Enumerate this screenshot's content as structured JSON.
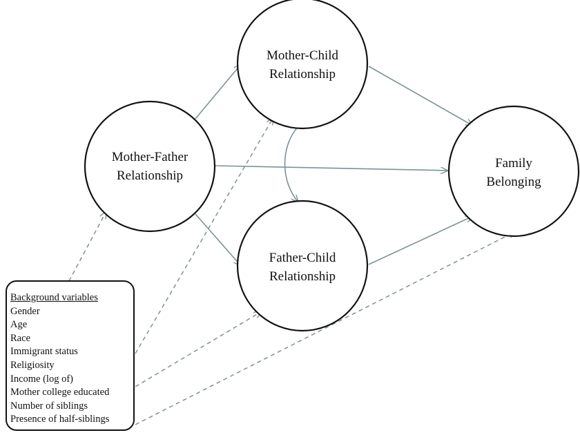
{
  "nodes": {
    "mother_father": [
      "Mother-Father",
      "Relationship"
    ],
    "mother_child": [
      "Mother-Child",
      "Relationship"
    ],
    "father_child": [
      "Father-Child",
      "Relationship"
    ],
    "family_belonging": [
      "Family",
      "Belonging"
    ]
  },
  "background": {
    "title": "Background variables",
    "items": [
      "Gender",
      "Age",
      "Race",
      "Immigrant status",
      "Religiosity",
      "Income (log of)",
      "Mother college educated",
      "Number of siblings",
      "Presence of half-siblings"
    ]
  },
  "colors": {
    "arrow": "#7d9196",
    "outline": "#111111"
  }
}
